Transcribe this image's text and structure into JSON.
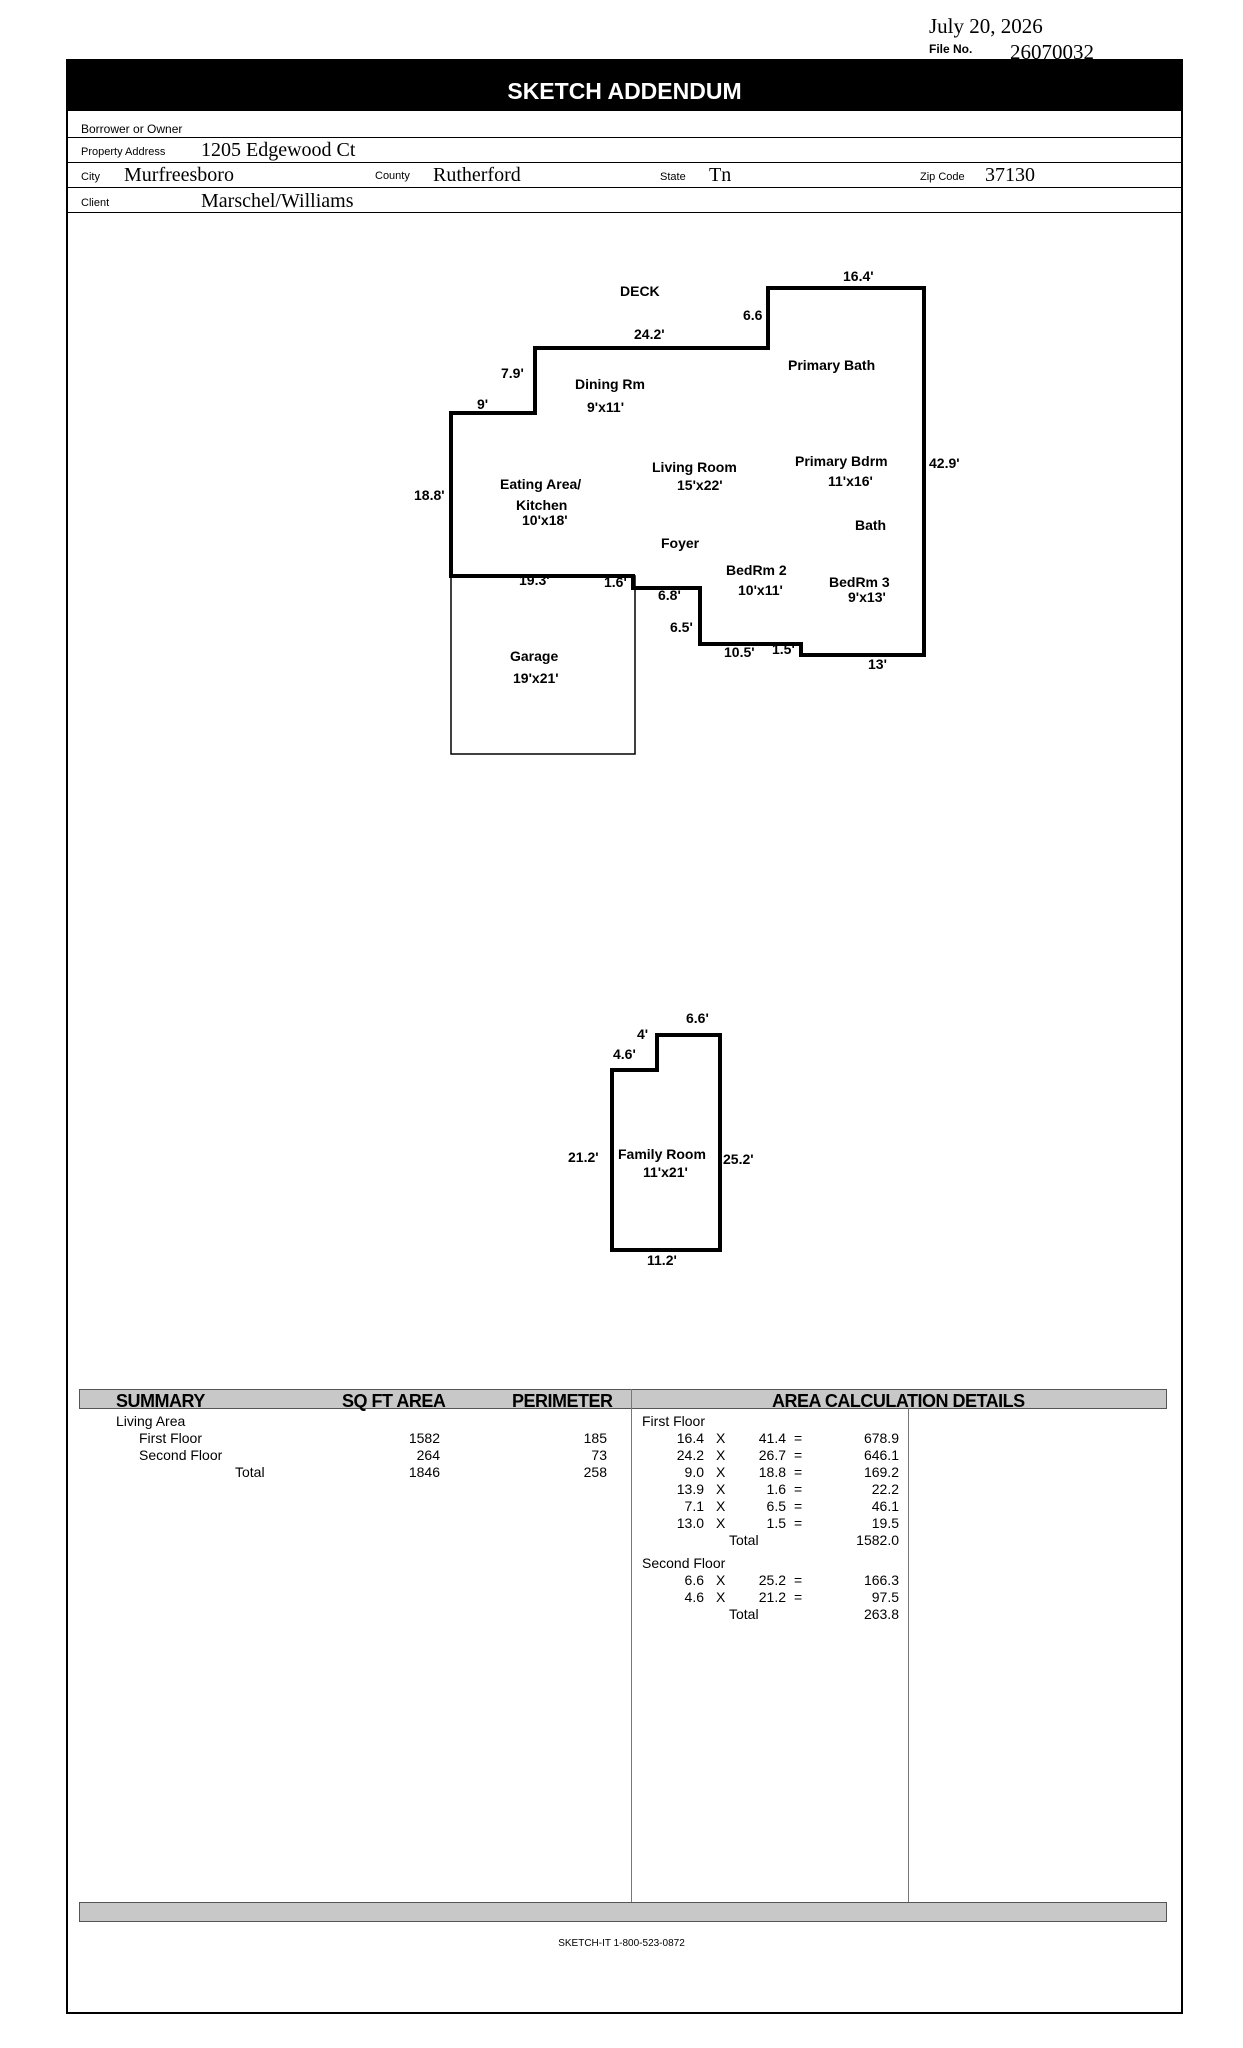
{
  "header": {
    "date": "July 20, 2026",
    "file_no_label": "File No.",
    "file_no": "26070032",
    "title": "SKETCH ADDENDUM"
  },
  "info": {
    "borrower_label": "Borrower or Owner",
    "borrower": "",
    "address_label": "Property Address",
    "address": "1205 Edgewood Ct",
    "city_label": "City",
    "city": "Murfreesboro",
    "county_label": "County",
    "county": "Rutherford",
    "state_label": "State",
    "state": "Tn",
    "zip_label": "Zip Code",
    "zip": "37130",
    "client_label": "Client",
    "client": "Marschel/Williams"
  },
  "sketch": {
    "deck": "DECK",
    "rooms": {
      "primary_bath": "Primary Bath",
      "dining": "Dining Rm",
      "dining_size": "9'x11'",
      "eating": "Eating Area/",
      "kitchen": "Kitchen",
      "kitchen_size": "10'x18'",
      "living": "Living Room",
      "living_size": "15'x22'",
      "primary_bdrm": "Primary Bdrm",
      "primary_bdrm_size": "11'x16'",
      "bath": "Bath",
      "foyer": "Foyer",
      "bedrm2": "BedRm 2",
      "bedrm2_size": "10'x11'",
      "bedrm3": "BedRm 3",
      "bedrm3_size": "9'x13'",
      "garage": "Garage",
      "garage_size": "19'x21'",
      "family": "Family Room",
      "family_size": "11'x21'"
    },
    "dims": {
      "d16_4": "16.4'",
      "d6_6a": "6.6",
      "d24_2": "24.2'",
      "d7_9": "7.9'",
      "d9": "9'",
      "d18_8": "18.8'",
      "d42_9": "42.9'",
      "d19_3": "19.3'",
      "d1_6": "1.6'",
      "d6_8": "6.8'",
      "d6_5": "6.5'",
      "d10_5": "10.5'",
      "d1_5": "1.5'",
      "d13": "13'",
      "d6_6b": "6.6'",
      "d4": "4'",
      "d4_6": "4.6'",
      "d21_2": "21.2'",
      "d25_2": "25.2'",
      "d11_2": "11.2'"
    }
  },
  "summary": {
    "headers": [
      "SUMMARY",
      "SQ FT AREA",
      "PERIMETER",
      "AREA CALCULATION DETAILS"
    ],
    "living_area": "Living Area",
    "rows": [
      {
        "label": "First Floor",
        "area": "1582",
        "perimeter": "185"
      },
      {
        "label": "Second Floor",
        "area": "264",
        "perimeter": "73"
      },
      {
        "label": "Total",
        "area": "1846",
        "perimeter": "258"
      }
    ]
  },
  "calc": {
    "first_floor_label": "First Floor",
    "first_floor": [
      {
        "a": "16.4",
        "x": "X",
        "b": "41.4",
        "eq": "=",
        "v": "678.9"
      },
      {
        "a": "24.2",
        "x": "X",
        "b": "26.7",
        "eq": "=",
        "v": "646.1"
      },
      {
        "a": "9.0",
        "x": "X",
        "b": "18.8",
        "eq": "=",
        "v": "169.2"
      },
      {
        "a": "13.9",
        "x": "X",
        "b": "1.6",
        "eq": "=",
        "v": "22.2"
      },
      {
        "a": "7.1",
        "x": "X",
        "b": "6.5",
        "eq": "=",
        "v": "46.1"
      },
      {
        "a": "13.0",
        "x": "X",
        "b": "1.5",
        "eq": "=",
        "v": "19.5"
      }
    ],
    "first_total_label": "Total",
    "first_total": "1582.0",
    "second_floor_label": "Second Floor",
    "second_floor": [
      {
        "a": "6.6",
        "x": "X",
        "b": "25.2",
        "eq": "=",
        "v": "166.3"
      },
      {
        "a": "4.6",
        "x": "X",
        "b": "21.2",
        "eq": "=",
        "v": "97.5"
      }
    ],
    "second_total_label": "Total",
    "second_total": "263.8"
  },
  "footer": "SKETCH-IT 1-800-523-0872"
}
